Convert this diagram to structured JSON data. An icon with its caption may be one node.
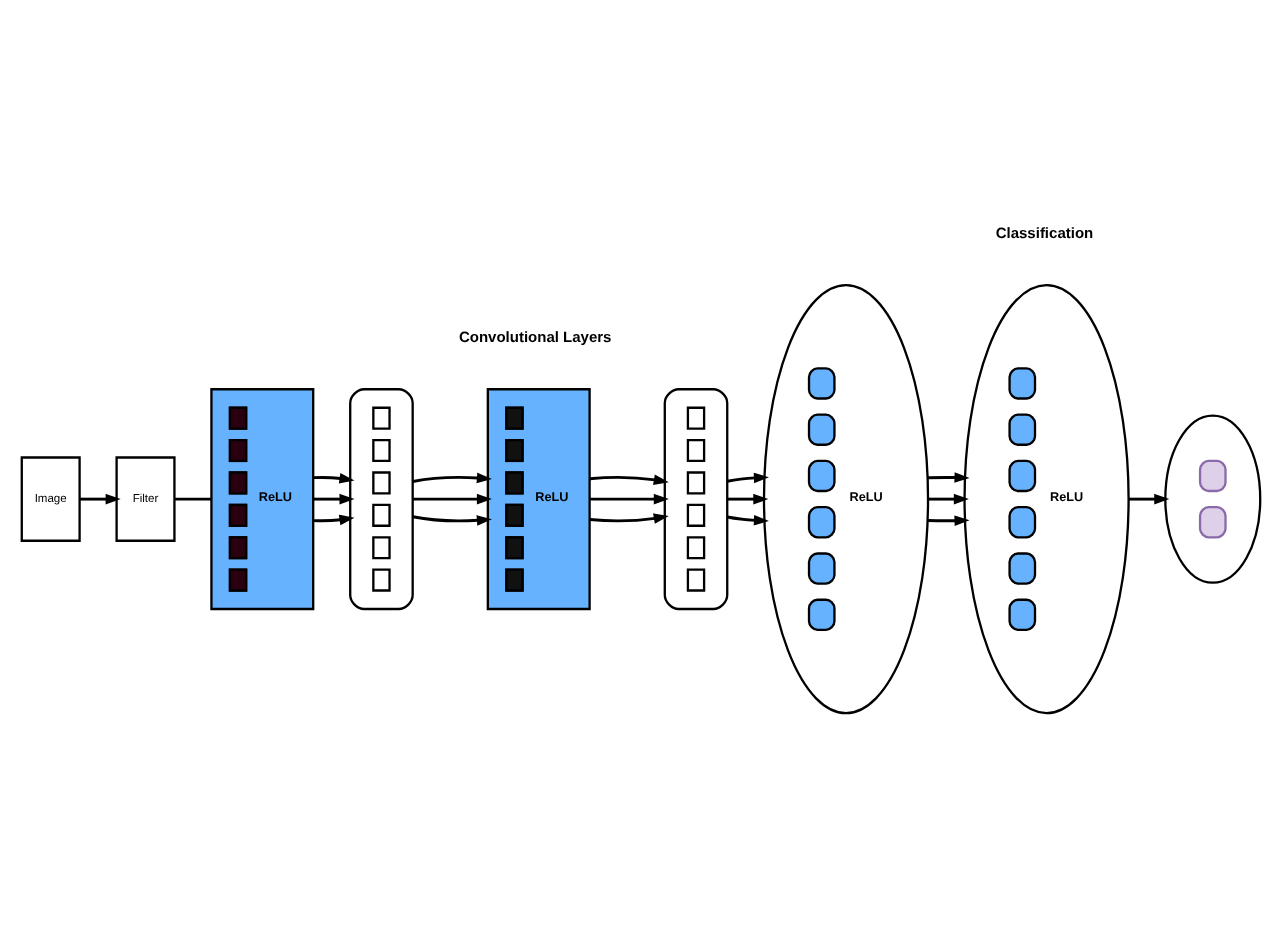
{
  "diagram": {
    "nodes": [
      {
        "text": [
          "Image"
        ]
      },
      {
        "text": [
          "Filter"
        ]
      },
      {
        "text": [
          "ReLU"
        ]
      },
      {
        "text": [],
        "shape": "box"
      },
      {
        "text": [
          "ReLU"
        ]
      },
      {
        "text": [],
        "shape": "box"
      },
      {
        "text": [
          "ReLU"
        ]
      },
      {
        "text": [
          "ReLU"
        ]
      },
      {
        "text": [],
        "shape": "ellipse"
      }
    ],
    "edges": [
      {
        "from": 0,
        "to": 1,
        "arrow": "to"
      },
      {
        "from": 1,
        "to": 2,
        "arrow": "none"
      },
      {
        "from": 2,
        "to": 3,
        "arrow": "to"
      },
      {
        "from": 2,
        "to": 3,
        "arrow": "to"
      },
      {
        "from": 2,
        "to": 3,
        "arrow": "to"
      },
      {
        "from": 3,
        "to": 4,
        "arrow": "to"
      },
      {
        "from": 3,
        "to": 4,
        "arrow": "to"
      },
      {
        "from": 3,
        "to": 4,
        "arrow": "to"
      },
      {
        "from": 4,
        "to": 5,
        "arrow": "to"
      },
      {
        "from": 4,
        "to": 5,
        "arrow": "to"
      },
      {
        "from": 4,
        "to": 5,
        "arrow": "to"
      },
      {
        "from": 5,
        "to": 6,
        "arrow": "to"
      },
      {
        "from": 5,
        "to": 6,
        "arrow": "to"
      },
      {
        "from": 5,
        "to": 6,
        "arrow": "to"
      },
      {
        "from": 6,
        "to": 7,
        "arrow": "to"
      },
      {
        "from": 6,
        "to": 7,
        "arrow": "to"
      },
      {
        "from": 6,
        "to": 7,
        "arrow": "to"
      },
      {
        "from": 7,
        "to": 8,
        "arrow": "to"
      }
    ],
    "labels": [
      "Convolutional Layers",
      "Classification"
    ]
  }
}
